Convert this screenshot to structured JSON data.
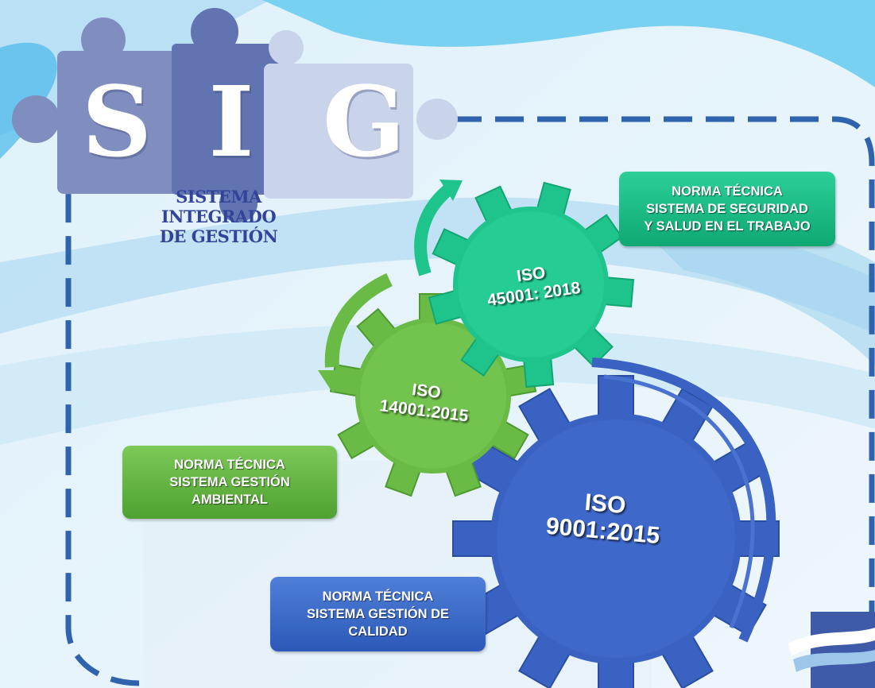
{
  "logo": {
    "letters": [
      "S",
      "I",
      "G"
    ],
    "caption_line1": "SISTEMA INTEGRADO",
    "caption_line2": "DE GESTIÓN"
  },
  "gears": {
    "safety": {
      "line1": "ISO",
      "line2": "45001: 2018",
      "color": "#1ec48c"
    },
    "environment": {
      "line1": "ISO",
      "line2": "14001:2015",
      "color": "#69bb45"
    },
    "quality": {
      "line1": "ISO",
      "line2": "9001:2015",
      "color": "#3a62c2"
    }
  },
  "norms": {
    "safety": {
      "line1": "NORMA TÉCNICA",
      "line2": "SISTEMA DE SEGURIDAD",
      "line3": "Y SALUD EN EL TRABAJO",
      "color": "#19b681"
    },
    "environment": {
      "line1": "NORMA TÉCNICA",
      "line2": "SISTEMA GESTIÓN",
      "line3": "AMBIENTAL",
      "color": "#5fae3e"
    },
    "quality": {
      "line1": "NORMA TÉCNICA",
      "line2": "SISTEMA GESTIÓN DE",
      "line3": "CALIDAD",
      "color": "#3b69c9"
    }
  },
  "colors": {
    "dashed_border": "#2f63ad",
    "logo_text": "#34439a"
  }
}
